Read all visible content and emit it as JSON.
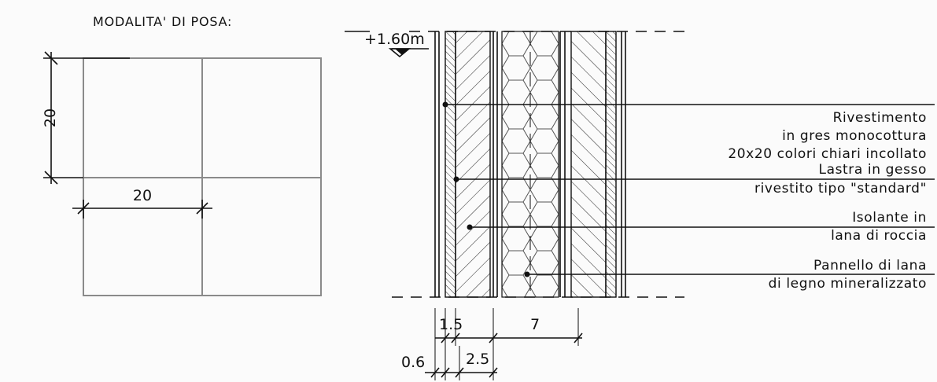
{
  "header": {
    "title": "MODALITA' DI POSA:"
  },
  "tile_layout": {
    "height_label": "20",
    "width_label": "20"
  },
  "section": {
    "elevation_label": "+1.60m"
  },
  "callouts": [
    {
      "lines": [
        "Rivestimento",
        "in gres monocottura",
        "20x20 colori chiari incollato"
      ]
    },
    {
      "lines": [
        "Lastra in gesso",
        "rivestito tipo \"standard\""
      ]
    },
    {
      "lines": [
        "Isolante in",
        "lana di roccia"
      ]
    },
    {
      "lines": [
        "Pannello di lana",
        "di legno mineralizzato"
      ]
    }
  ],
  "dimensions": {
    "d1": "1.5",
    "d2": "7",
    "d3": "0.6",
    "d4": "2.5"
  }
}
